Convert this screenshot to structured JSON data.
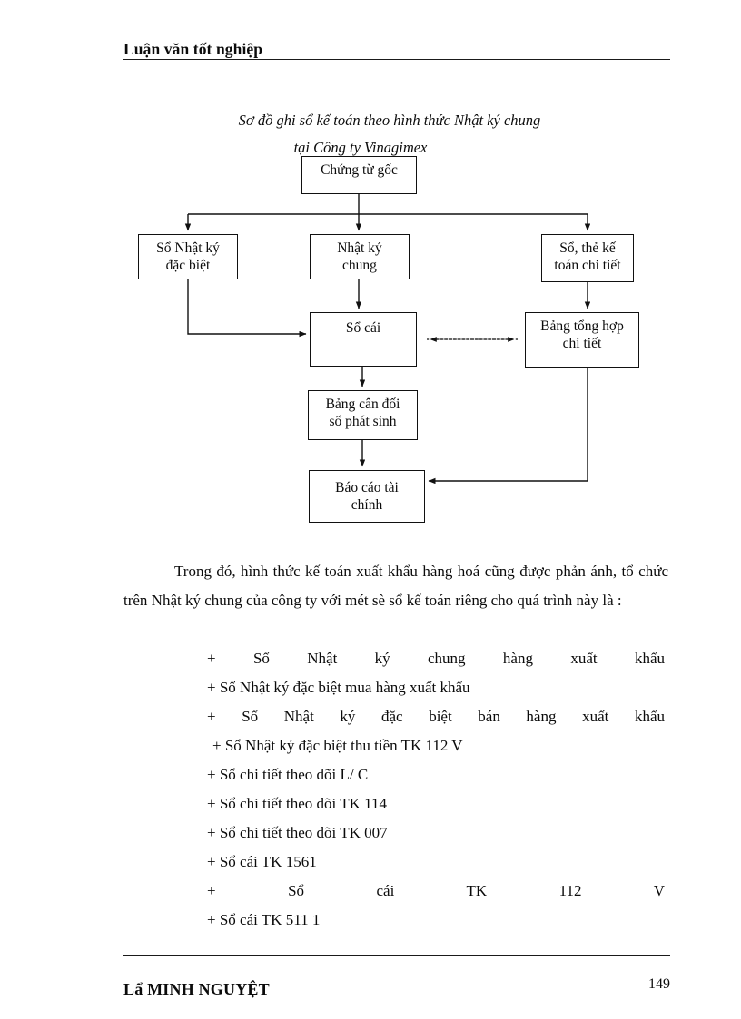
{
  "header": {
    "title": "Luận văn tốt nghiệp"
  },
  "figure": {
    "title_line1": "Sơ đồ ghi sổ kế toán theo hình thức Nhật ký chung",
    "title_line2": "tại Công ty Vinagimex",
    "nodes": {
      "chung_tu_goc": "Chứng từ gốc",
      "so_nhat_ky_dac_biet_l1": "Sổ Nhật ký",
      "so_nhat_ky_dac_biet_l2": "đặc biệt",
      "nhat_ky_chung_l1": "Nhật ký",
      "nhat_ky_chung_l2": "chung",
      "so_the_ke_toan_l1": "Sổ, thẻ kế",
      "so_the_ke_toan_l2": "toán chi tiết",
      "so_cai": "Sổ cái",
      "bang_tong_hop_l1": "Bảng tổng hợp",
      "bang_tong_hop_l2": "chi tiết",
      "bang_can_doi_l1": "Bảng cân đối",
      "bang_can_doi_l2": "số phát sinh",
      "bao_cao_l1": "Báo cáo tài",
      "bao_cao_l2": "chính"
    }
  },
  "body": {
    "paragraph": "Trong đó, hình thức kế toán xuất khẩu hàng hoá cũng được phản ánh, tổ chức trên Nhật ký chung của công ty với mét sè sổ kế toán riêng cho quá trình này là :",
    "list": [
      "+ Sổ Nhật ký chung hàng xuất khẩu",
      "+ Sổ Nhật ký đặc biệt mua hàng xuất khẩu",
      "+ Sổ Nhật ký đặc biệt bán hàng xuất khẩu",
      "+ Sổ Nhật ký đặc biệt thu tiền TK 112 V",
      "+ Sổ chi tiết theo dõi L/ C",
      "+ Sổ chi tiết theo dõi TK 114",
      "+ Sổ chi tiết theo dõi TK 007",
      "+ Sổ cái TK 1561",
      "+ Sổ cái TK 112 V",
      "+ Sổ cái TK 511 1"
    ]
  },
  "footer": {
    "author": "Lẩ MINH NGUYỆT",
    "page_number": "149"
  }
}
